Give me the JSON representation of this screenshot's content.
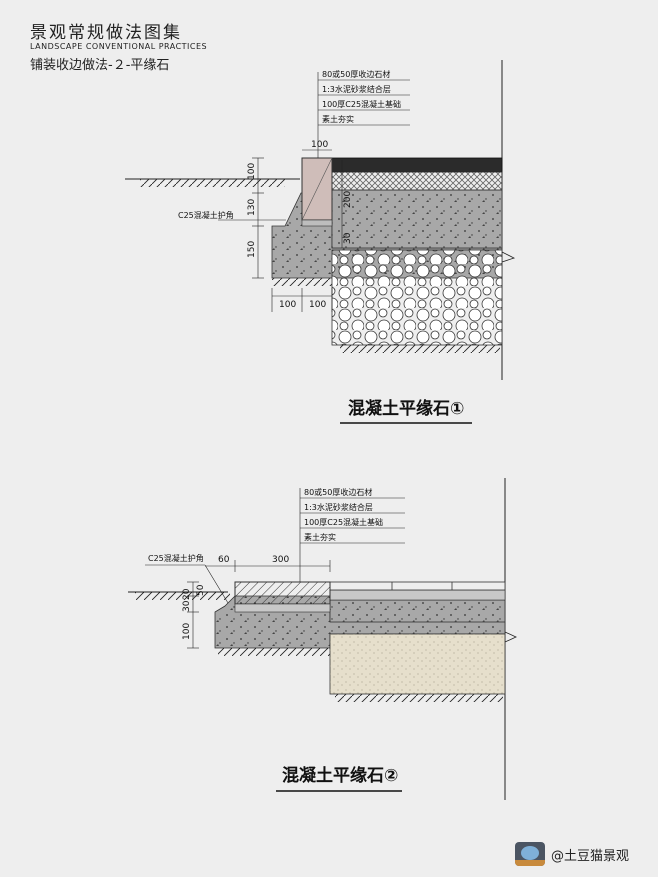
{
  "header": {
    "title": "景观常规做法图集",
    "subtitle": "LANDSCAPE CONVENTIONAL PRACTICES",
    "section": "铺装收边做法-２-平缘石"
  },
  "detail1": {
    "layers": [
      "80或50厚收边石材",
      "1:3水泥砂浆结合层",
      "100厚C25混凝土基础",
      "素土夯实"
    ],
    "corner_label": "C25混凝土护角",
    "dims": {
      "top_width": "100",
      "left_100": "100",
      "left_130": "130",
      "left_150": "150",
      "inner_200": "200",
      "inner_30": "30",
      "bottom_left": "100",
      "bottom_right": "100"
    },
    "caption": "混凝土平缘石①"
  },
  "detail2": {
    "layers": [
      "80或50厚收边石材",
      "1:3水泥砂浆结合层",
      "100厚C25混凝土基础",
      "素土夯实"
    ],
    "corner_label": "C25混凝土护角",
    "dims": {
      "top_60": "60",
      "top_300": "300",
      "left_20": "20",
      "left_30": "30",
      "left_50": "50",
      "left_100": "100"
    },
    "caption": "混凝土平缘石②"
  },
  "brand": {
    "text": "@土豆猫景观"
  },
  "colors": {
    "background": "#eeeeee",
    "concrete": "#a7a7a7",
    "asphalt": "#2b2b2b",
    "sand": "#e6dfcc",
    "curb": "#cdbdb9",
    "mortar": "#c8c8c8"
  }
}
